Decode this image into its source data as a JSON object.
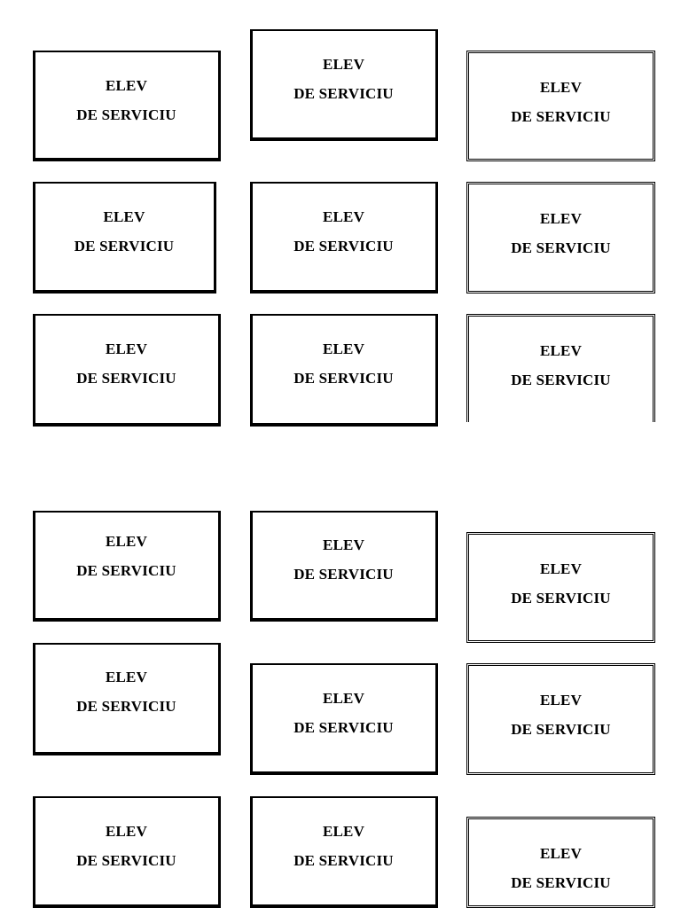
{
  "document": {
    "cards": [
      {
        "line1": "ELEV",
        "line2": "DE SERVICIU"
      },
      {
        "line1": "ELEV",
        "line2": "DE SERVICIU"
      },
      {
        "line1": "ELEV",
        "line2": "DE SERVICIU"
      },
      {
        "line1": "ELEV",
        "line2": "DE SERVICIU"
      },
      {
        "line1": "ELEV",
        "line2": "DE SERVICIU"
      },
      {
        "line1": "ELEV",
        "line2": "DE SERVICIU"
      },
      {
        "line1": "ELEV",
        "line2": "DE SERVICIU"
      },
      {
        "line1": "ELEV",
        "line2": "DE SERVICIU"
      },
      {
        "line1": "ELEV",
        "line2": "DE SERVICIU"
      },
      {
        "line1": "ELEV",
        "line2": "DE SERVICIU"
      },
      {
        "line1": "ELEV",
        "line2": "DE SERVICIU"
      },
      {
        "line1": "ELEV",
        "line2": "DE SERVICIU"
      },
      {
        "line1": "ELEV",
        "line2": "DE SERVICIU"
      },
      {
        "line1": "ELEV",
        "line2": "DE SERVICIU"
      },
      {
        "line1": "ELEV",
        "line2": "DE SERVICIU"
      },
      {
        "line1": "ELEV",
        "line2": "DE SERVICIU"
      },
      {
        "line1": "ELEV",
        "line2": "DE SERVICIU"
      },
      {
        "line1": "ELEV",
        "line2": "DE SERVICIU"
      }
    ]
  }
}
